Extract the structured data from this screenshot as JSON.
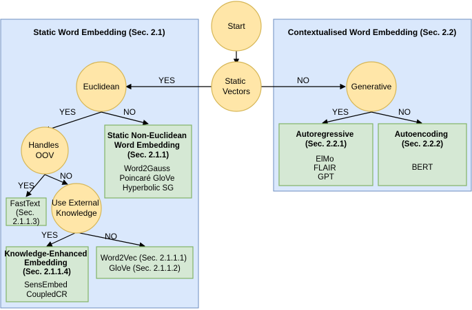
{
  "colors": {
    "panel_fill": "#dae8fc",
    "panel_stroke": "#6c8ebf",
    "node_fill": "#ffe6a8",
    "node_stroke": "#d6b656",
    "leaf_fill": "#d5e8d4",
    "leaf_stroke": "#82b366",
    "edge": "#000000"
  },
  "panels": {
    "static": {
      "title": "Static Word Embedding (Sec. 2.1)"
    },
    "contextual": {
      "title": "Contextualised Word Embedding (Sec. 2.2)"
    }
  },
  "nodes": {
    "start": {
      "lines": [
        "Start"
      ]
    },
    "static_vectors": {
      "lines": [
        "Static",
        "Vectors"
      ]
    },
    "euclidean": {
      "lines": [
        "Euclidean"
      ]
    },
    "generative": {
      "lines": [
        "Generative"
      ]
    },
    "handles_oov": {
      "lines": [
        "Handles",
        "OOV"
      ]
    },
    "use_external": {
      "lines": [
        "Use External",
        "Knowledge"
      ]
    }
  },
  "leaves": {
    "non_euclidean": {
      "title": [
        "Static Non-Euclidean",
        "Word Embedding",
        "(Sec. 2.1.1)"
      ],
      "items": [
        "Word2Gauss",
        "Poincaré GloVe",
        "Hyperbolic SG"
      ]
    },
    "fasttext": {
      "title": [],
      "items": [
        "FastText",
        "(Sec.",
        "2.1.1.3)"
      ]
    },
    "knowledge_enhanced": {
      "title": [
        "Knowledge-Enhanced",
        "Embedding",
        "(Sec. 2.1.1.4)"
      ],
      "items": [
        "SensEmbed",
        "CoupledCR"
      ]
    },
    "word2vec_glove": {
      "title": [],
      "items": [
        "Word2Vec (Sec. 2.1.1.1)",
        "GloVe (Sec. 2.1.1.2)"
      ]
    },
    "autoregressive": {
      "title": [
        "Autoregressive",
        "(Sec. 2.2.1)"
      ],
      "items": [
        "ElMo",
        "FLAIR",
        "GPT"
      ]
    },
    "autoencoding": {
      "title": [
        "Autoencoding",
        "(Sec. 2.2.2)"
      ],
      "items": [
        "BERT"
      ]
    }
  },
  "edge_labels": {
    "sv_to_euclidean": "YES",
    "sv_to_generative": "NO",
    "euclidean_yes": "YES",
    "euclidean_no": "NO",
    "oov_yes": "YES",
    "oov_no": "NO",
    "ext_yes": "YES",
    "ext_no": "NO",
    "gen_yes": "YES",
    "gen_no": "NO"
  }
}
